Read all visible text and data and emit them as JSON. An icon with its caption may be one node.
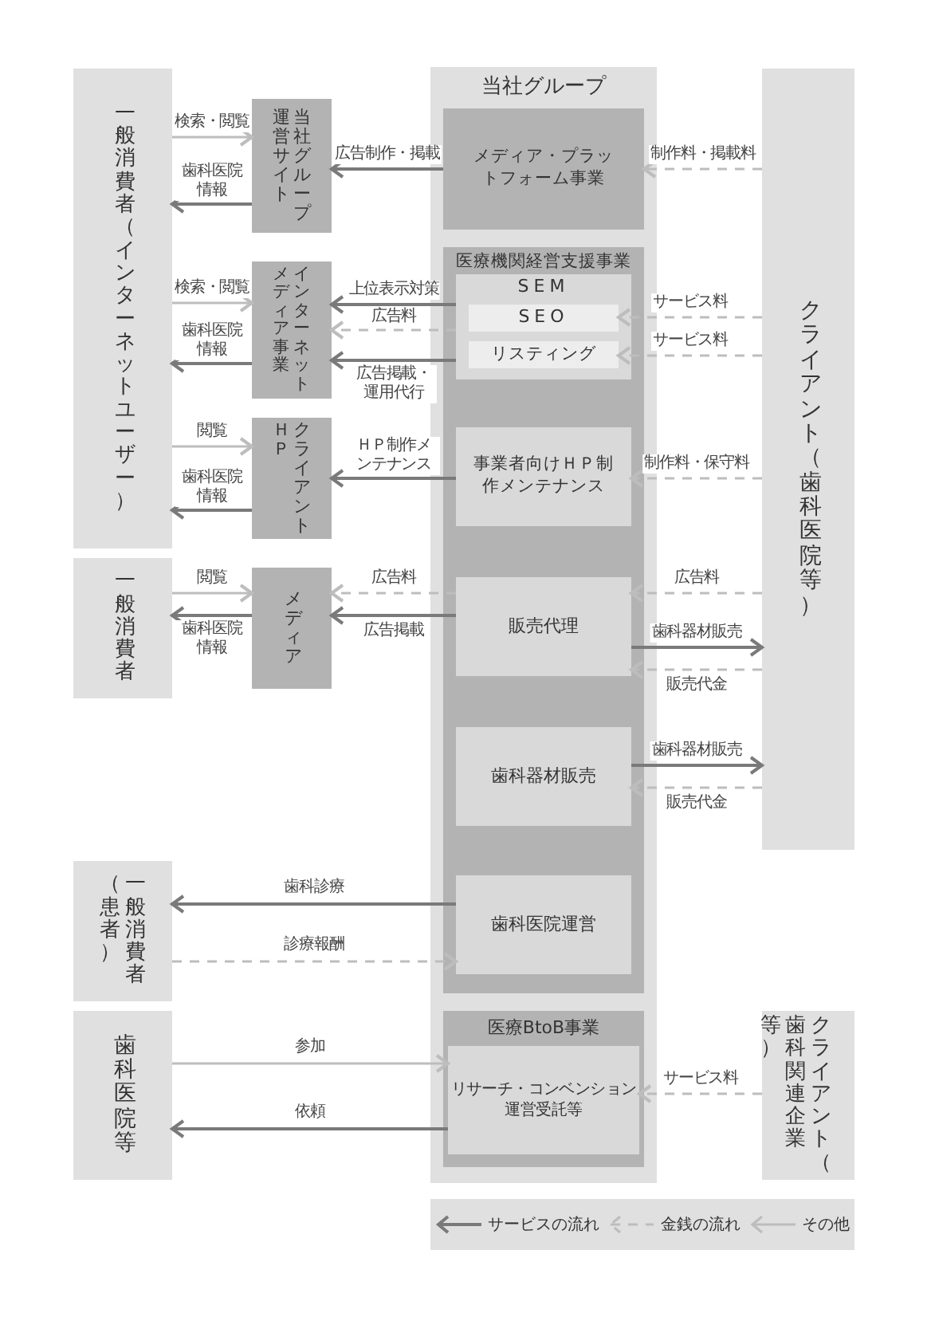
{
  "diagram": {
    "nodes": [
      {
        "text": [
          "一般消費者（インターネットユーザー）"
        ]
      },
      {
        "text": [
          "当社グループ運営サイト"
        ]
      },
      {
        "text": [
          "インターネットメディア事業"
        ]
      },
      {
        "text": [
          "クライアントＨＰ"
        ]
      },
      {
        "text": [
          "一般消費者"
        ]
      },
      {
        "text": [
          "メディア"
        ]
      },
      {
        "text": [
          "一般消費者（患者）"
        ]
      },
      {
        "text": [
          "歯科医院等"
        ]
      },
      {
        "text": [
          "当社グループ"
        ]
      },
      {
        "text": [
          "メディア・プラットフォーム事業"
        ],
        "in": 8
      },
      {
        "text": [
          "医療機関経営支援事業"
        ],
        "in": 8
      },
      {
        "text": [
          "SEM"
        ],
        "in": 10
      },
      {
        "text": [
          "SEO"
        ],
        "in": 11
      },
      {
        "text": [
          "リスティング"
        ],
        "in": 11
      },
      {
        "text": [
          "事業者向けＨＰ制作メンテナンス"
        ],
        "in": 10
      },
      {
        "text": [
          "販売代理"
        ],
        "in": 10
      },
      {
        "text": [
          "歯科器材販売"
        ],
        "in": 10
      },
      {
        "text": [
          "歯科医院運営"
        ],
        "in": 10
      },
      {
        "text": [
          "医療BtoB事業"
        ],
        "in": 8
      },
      {
        "text": [
          "リサーチ・コンベンション運営受託等"
        ],
        "in": 18
      },
      {
        "text": [
          "クライアント（歯科医院等）"
        ]
      },
      {
        "text": [
          "クライアント（歯科関連企業等）"
        ]
      }
    ],
    "edges": [
      {
        "from": 0,
        "to": 1,
        "arrow": "to",
        "label": "検索・閲覧",
        "color": "#bdbdbd"
      },
      {
        "from": 1,
        "to": 0,
        "arrow": "to",
        "label": "歯科医院情報"
      },
      {
        "from": 9,
        "to": 1,
        "arrow": "to",
        "label": "広告制作・掲載"
      },
      {
        "from": 0,
        "to": 2,
        "arrow": "to",
        "label": "検索・閲覧",
        "color": "#bdbdbd"
      },
      {
        "from": 2,
        "to": 0,
        "arrow": "to",
        "label": "歯科医院情報"
      },
      {
        "from": 11,
        "to": 2,
        "arrow": "to",
        "label": "上位表示対策"
      },
      {
        "from": 11,
        "to": 2,
        "arrow": "to",
        "label": "広告料",
        "style": "dashed",
        "color": "#bdbdbd"
      },
      {
        "from": 11,
        "to": 2,
        "arrow": "to",
        "label": "広告掲載・運用代行"
      },
      {
        "from": 0,
        "to": 3,
        "arrow": "to",
        "label": "閲覧",
        "color": "#bdbdbd"
      },
      {
        "from": 3,
        "to": 0,
        "arrow": "to",
        "label": "歯科医院情報"
      },
      {
        "from": 14,
        "to": 3,
        "arrow": "to",
        "label": "ＨＰ制作メンテナンス"
      },
      {
        "from": 4,
        "to": 5,
        "arrow": "to",
        "label": "閲覧",
        "color": "#bdbdbd"
      },
      {
        "from": 5,
        "to": 4,
        "arrow": "to",
        "label": "歯科医院情報"
      },
      {
        "from": 15,
        "to": 5,
        "arrow": "to",
        "label": "広告料",
        "style": "dashed",
        "color": "#bdbdbd"
      },
      {
        "from": 15,
        "to": 5,
        "arrow": "to",
        "label": "広告掲載"
      },
      {
        "from": 17,
        "to": 6,
        "arrow": "to",
        "label": "歯科診療"
      },
      {
        "from": 6,
        "to": 17,
        "arrow": "to",
        "label": "診療報酬",
        "style": "dashed",
        "color": "#bdbdbd"
      },
      {
        "from": 7,
        "to": 19,
        "arrow": "to",
        "label": "参加",
        "color": "#bdbdbd"
      },
      {
        "from": 19,
        "to": 7,
        "arrow": "to",
        "label": "依頼"
      },
      {
        "from": 20,
        "to": 9,
        "arrow": "to",
        "label": "制作料・掲載料",
        "style": "dashed",
        "color": "#bdbdbd"
      },
      {
        "from": 20,
        "to": 12,
        "arrow": "to",
        "label": "サービス料",
        "style": "dashed",
        "color": "#bdbdbd"
      },
      {
        "from": 20,
        "to": 13,
        "arrow": "to",
        "label": "サービス料",
        "style": "dashed",
        "color": "#bdbdbd"
      },
      {
        "from": 20,
        "to": 14,
        "arrow": "to",
        "label": "制作料・保守料",
        "style": "dashed",
        "color": "#bdbdbd"
      },
      {
        "from": 20,
        "to": 15,
        "arrow": "to",
        "label": "広告料",
        "style": "dashed",
        "color": "#bdbdbd"
      },
      {
        "from": 15,
        "to": 20,
        "arrow": "to",
        "label": "歯科器材販売"
      },
      {
        "from": 20,
        "to": 15,
        "arrow": "to",
        "label": "販売代金",
        "style": "dashed",
        "color": "#bdbdbd"
      },
      {
        "from": 16,
        "to": 20,
        "arrow": "to",
        "label": "歯科器材販売"
      },
      {
        "from": 20,
        "to": 16,
        "arrow": "to",
        "label": "販売代金",
        "style": "dashed",
        "color": "#bdbdbd"
      },
      {
        "from": 21,
        "to": 19,
        "arrow": "to",
        "label": "サービス料",
        "style": "dashed",
        "color": "#bdbdbd"
      }
    ],
    "legend": [
      {
        "text": "サービスの流れ"
      },
      {
        "text": "金銭の流れ"
      },
      {
        "text": "その他"
      }
    ]
  }
}
